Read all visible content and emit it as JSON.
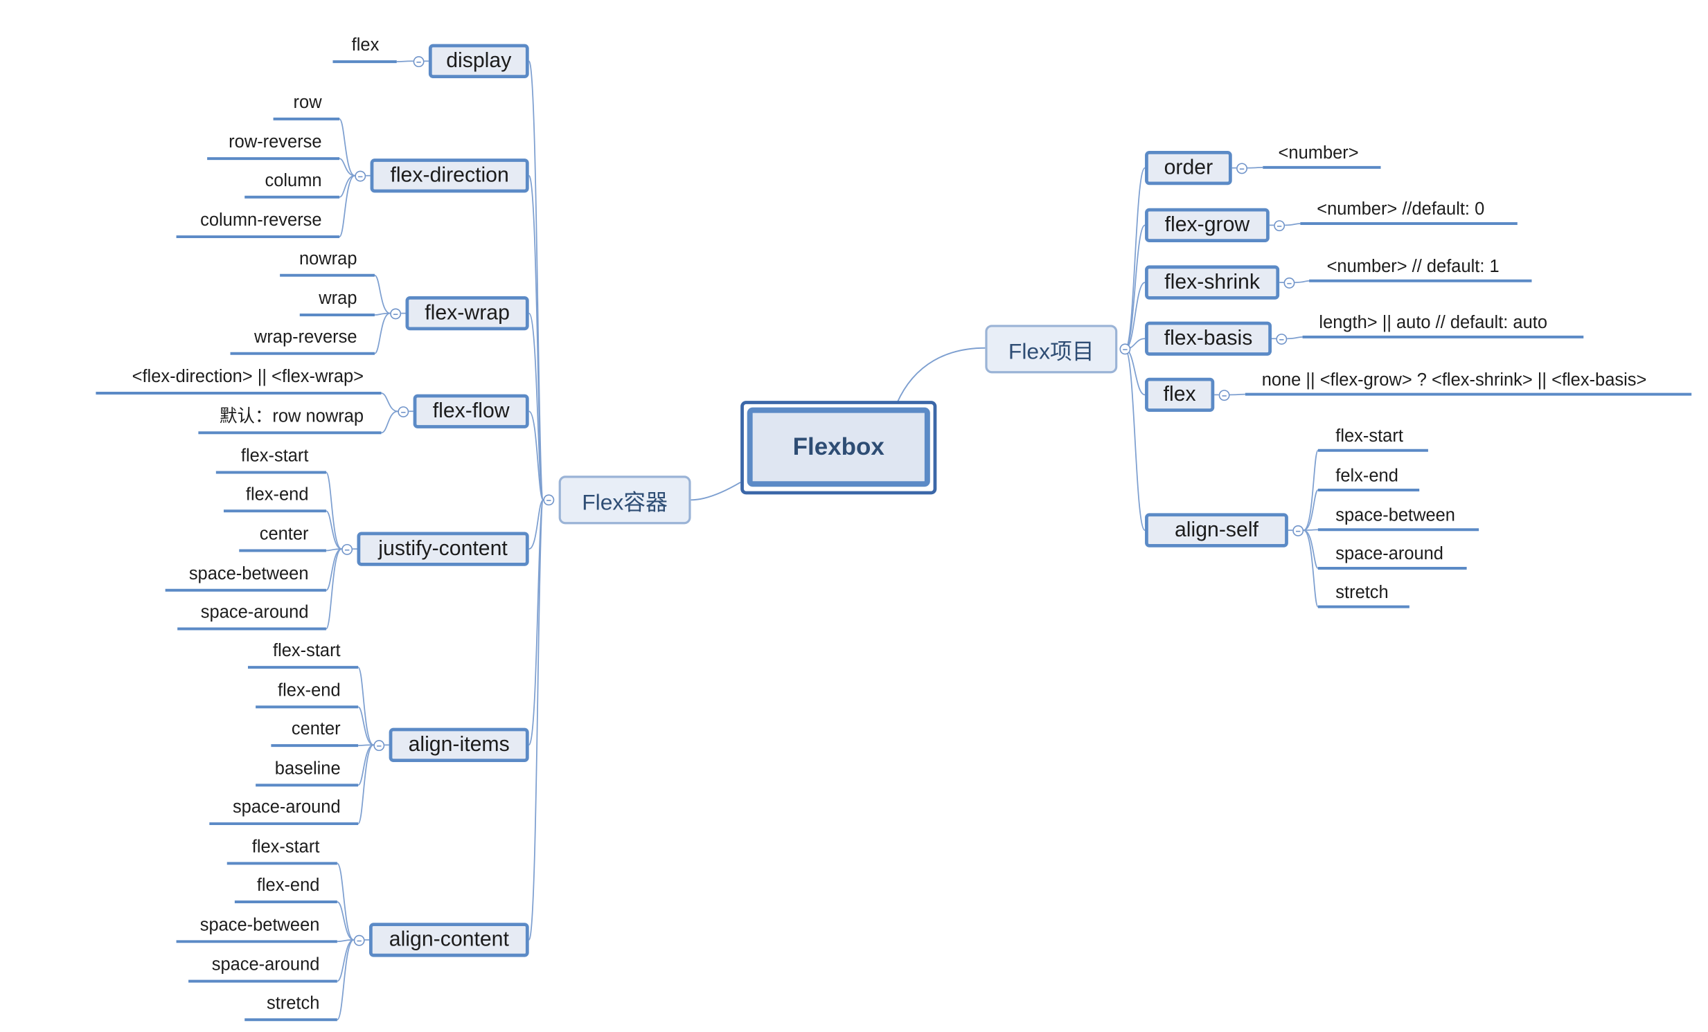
{
  "root": "Flexbox",
  "container": {
    "label": "Flex容器",
    "props": [
      {
        "name": "display",
        "values": [
          "flex"
        ]
      },
      {
        "name": "flex-direction",
        "values": [
          "row",
          "row-reverse",
          "column",
          "column-reverse"
        ]
      },
      {
        "name": "flex-wrap",
        "values": [
          "nowrap",
          "wrap",
          "wrap-reverse"
        ]
      },
      {
        "name": "flex-flow",
        "values": [
          "<flex-direction> || <flex-wrap>",
          "默认：row  nowrap"
        ]
      },
      {
        "name": "justify-content",
        "values": [
          "flex-start",
          "flex-end",
          "center",
          "space-between",
          "space-around"
        ]
      },
      {
        "name": "align-items",
        "values": [
          "flex-start",
          "flex-end",
          "center",
          "baseline",
          "space-around"
        ]
      },
      {
        "name": "align-content",
        "values": [
          "flex-start",
          "flex-end",
          "space-between",
          "space-around",
          "stretch"
        ]
      }
    ]
  },
  "item": {
    "label": "Flex项目",
    "props": [
      {
        "name": "order",
        "values": [
          "<number>"
        ]
      },
      {
        "name": "flex-grow",
        "values": [
          "<number>  //default: 0"
        ]
      },
      {
        "name": "flex-shrink",
        "values": [
          "<number>  // default: 1"
        ]
      },
      {
        "name": "flex-basis",
        "values": [
          "length> || auto  // default: auto"
        ]
      },
      {
        "name": "flex",
        "values": [
          "none || <flex-grow> ? <flex-shrink> || <flex-basis>"
        ]
      },
      {
        "name": "align-self",
        "values": [
          "flex-start",
          "felx-end",
          "space-between",
          "space-around",
          "stretch"
        ]
      }
    ]
  },
  "colors": {
    "line": "#5b8ac6",
    "wire": "#7d9fd0",
    "node_fill": "#e6ebf4",
    "text": "#2e4d74"
  }
}
